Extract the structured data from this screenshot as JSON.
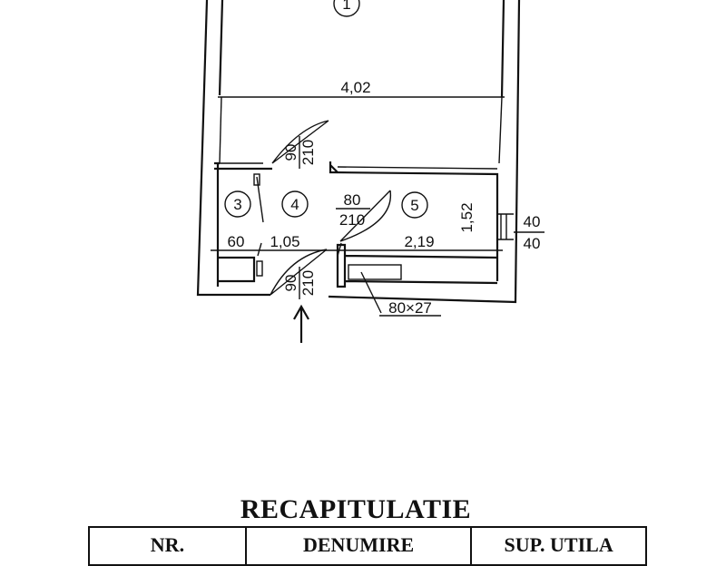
{
  "plan": {
    "rooms": [
      "1",
      "3",
      "4",
      "5"
    ],
    "dimensions": {
      "width_room1": "4,02",
      "depth_room5": "1,52",
      "width_room3": "60",
      "width_room4": "1,05",
      "width_room5": "2,19",
      "niche": "80×27"
    },
    "doors": {
      "upper": {
        "w": "90",
        "h": "210"
      },
      "inner": {
        "w": "80",
        "h": "210"
      },
      "entry": {
        "w": "90",
        "h": "210"
      }
    },
    "window": {
      "w": "40",
      "h": "40"
    }
  },
  "recap": {
    "title": "RECAPITULATIE",
    "headers": [
      "NR.",
      "DENUMIRE",
      "SUP. UTILA"
    ]
  }
}
